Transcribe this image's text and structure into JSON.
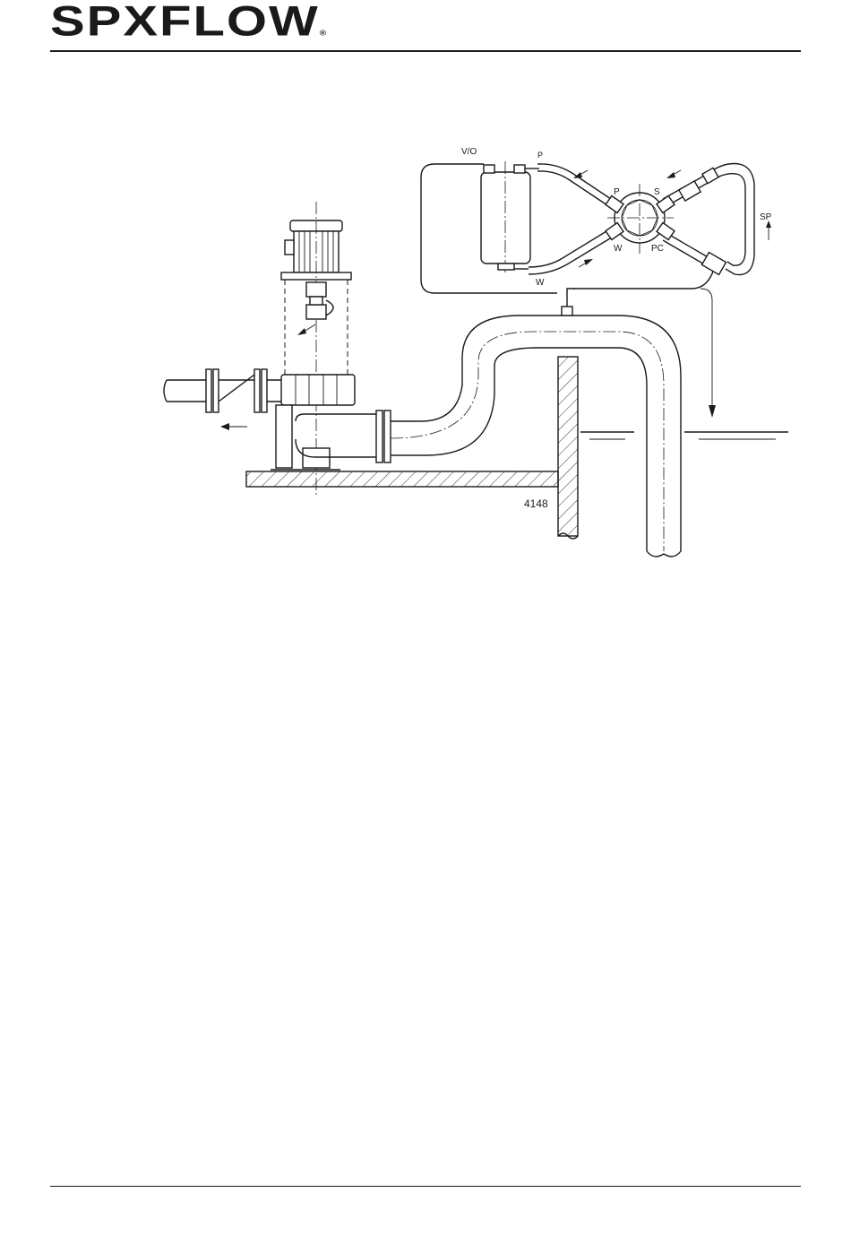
{
  "header": {
    "brand_text": "SPXFLOW",
    "brand_mark": "®"
  },
  "diagram": {
    "labels": {
      "vo": "V/O",
      "p_top": "P",
      "p_valve": "P",
      "s_valve": "S",
      "w_valve": "W",
      "pc_valve": "PC",
      "w_bottom": "W",
      "sp": "SP",
      "figure_number": "4148"
    }
  }
}
